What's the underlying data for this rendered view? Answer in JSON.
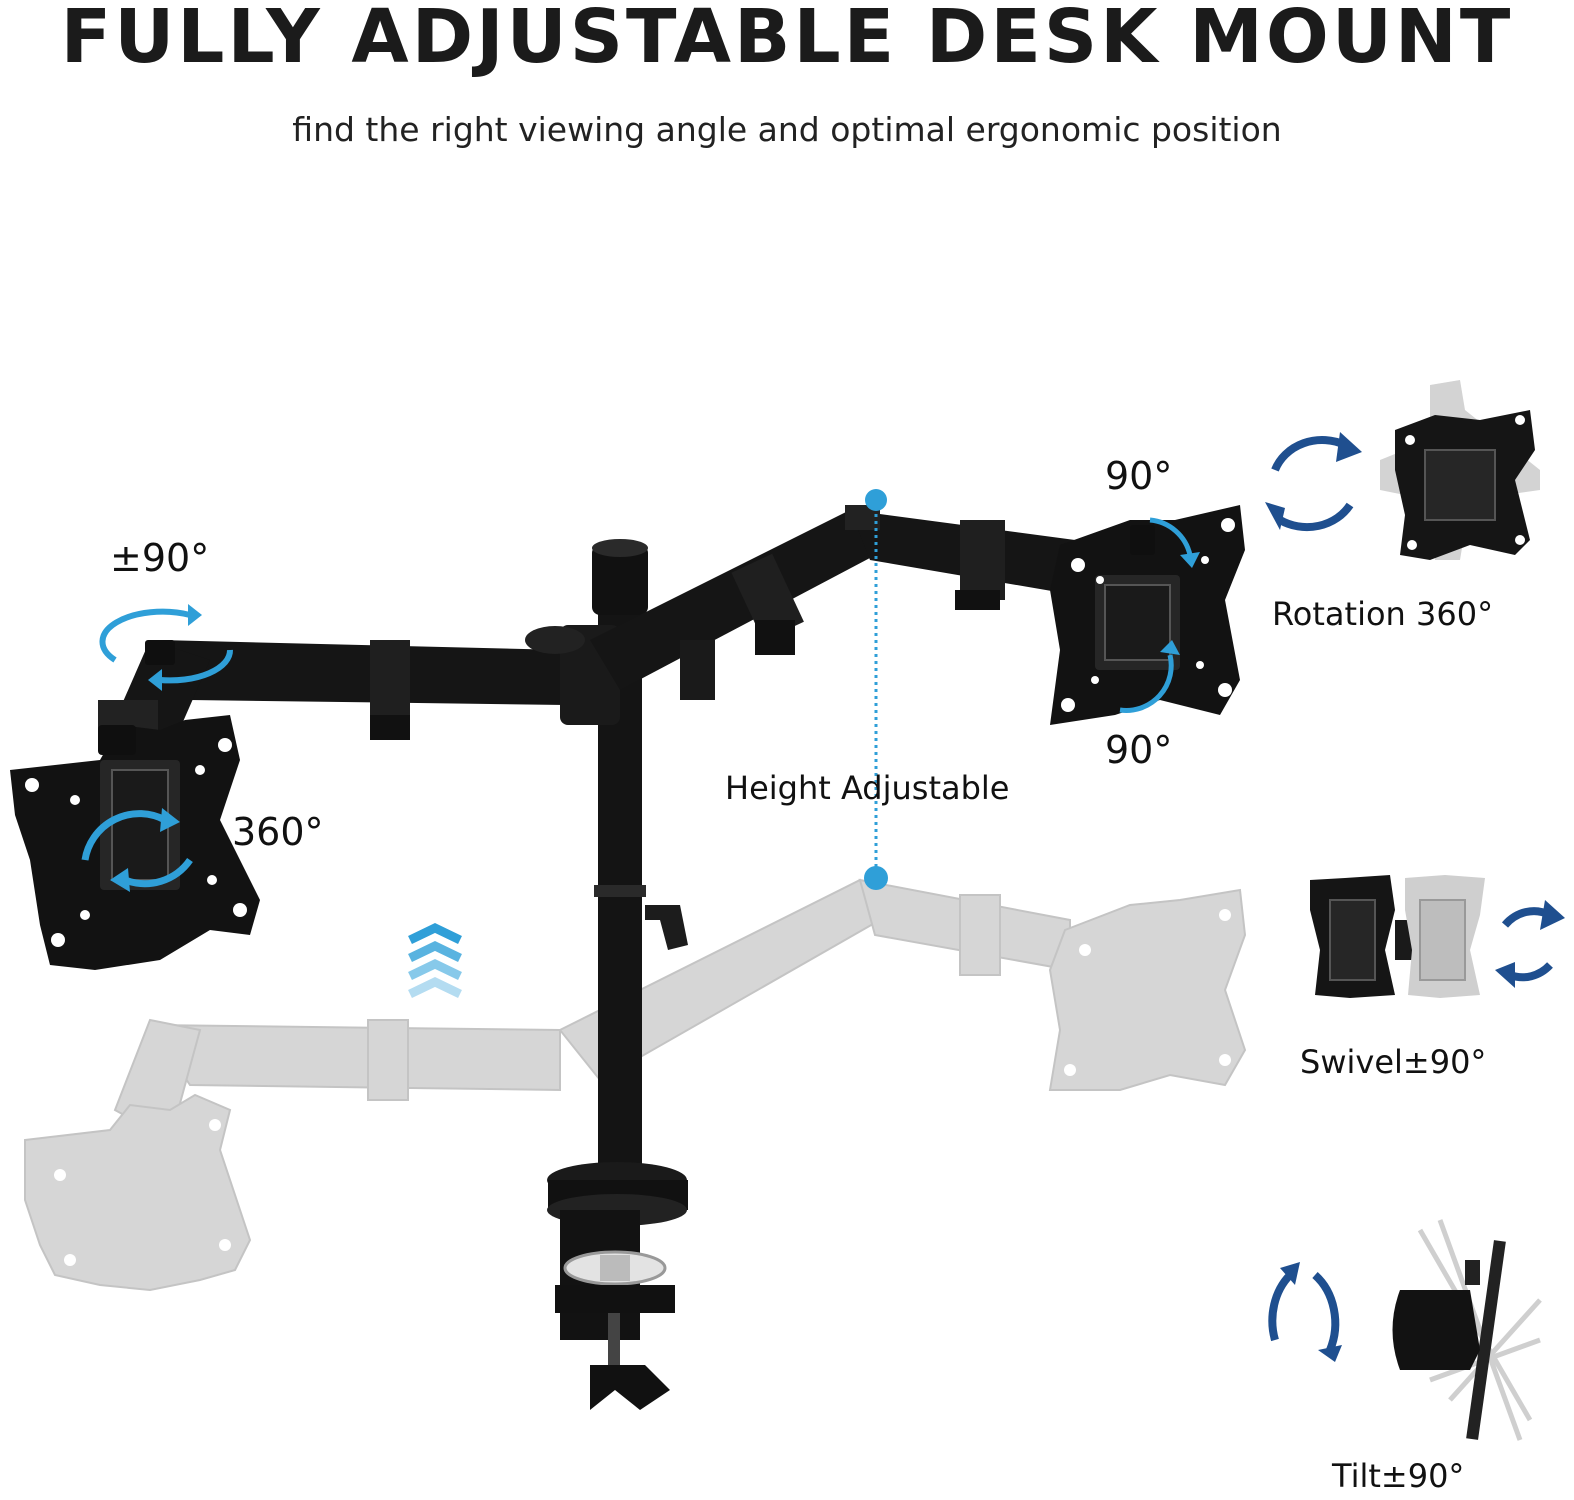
{
  "header": {
    "title": "FULLY ADJUSTABLE DESK MOUNT",
    "subtitle": "find the right viewing angle and optimal ergonomic position"
  },
  "labels": {
    "left_swivel": "±90°",
    "left_rotation": "360°",
    "right_tilt_top": "90°",
    "right_tilt_bottom": "90°",
    "height": "Height Adjustable"
  },
  "features": [
    {
      "label": "Rotation 360°",
      "icon": "rotation-arrows-icon"
    },
    {
      "label": "Swivel±90°",
      "icon": "swivel-arrows-icon"
    },
    {
      "label": "Tilt±90°",
      "icon": "tilt-arrows-icon"
    }
  ],
  "colors": {
    "accent": "#2f9fd8",
    "arrow_dark": "#1f4f8f",
    "metal": "#151515",
    "ghost": "#d5d5d5"
  }
}
